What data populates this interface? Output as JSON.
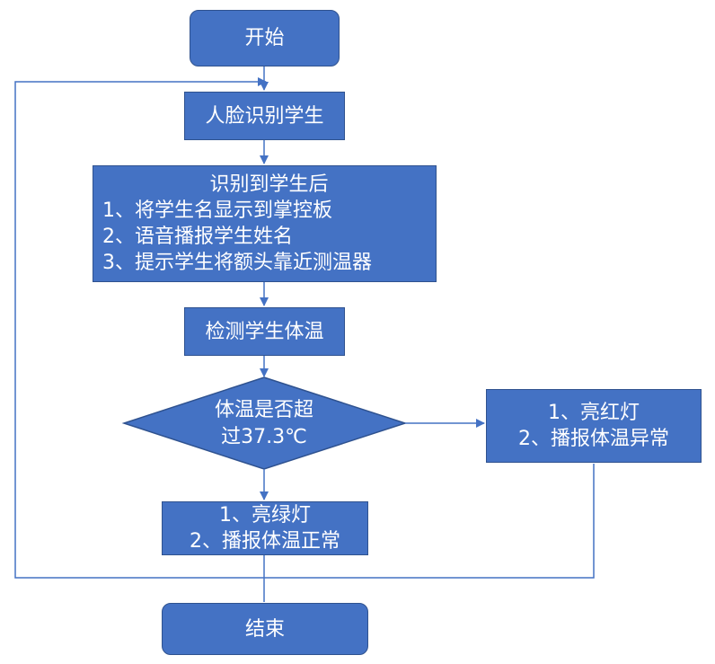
{
  "colors": {
    "fill": "#4472c4",
    "stroke": "#2f528f",
    "connector": "#4472c4",
    "text": "#ffffff"
  },
  "nodes": {
    "start": {
      "label": "开始"
    },
    "face_recognition": {
      "label": "人脸识别学生"
    },
    "after_recognition": {
      "title": "识别到学生后",
      "steps": [
        "1、将学生名显示到掌控板",
        "2、语音播报学生姓名",
        "3、提示学生将额头靠近测温器"
      ]
    },
    "measure_temperature": {
      "label": "检测学生体温"
    },
    "decision": {
      "line1": "体温是否超",
      "line2": "过37.3℃"
    },
    "abnormal": {
      "steps": [
        "1、亮红灯",
        "2、播报体温异常"
      ]
    },
    "normal": {
      "steps": [
        "1、亮绿灯",
        "2、播报体温正常"
      ]
    },
    "end": {
      "label": "结束"
    }
  }
}
